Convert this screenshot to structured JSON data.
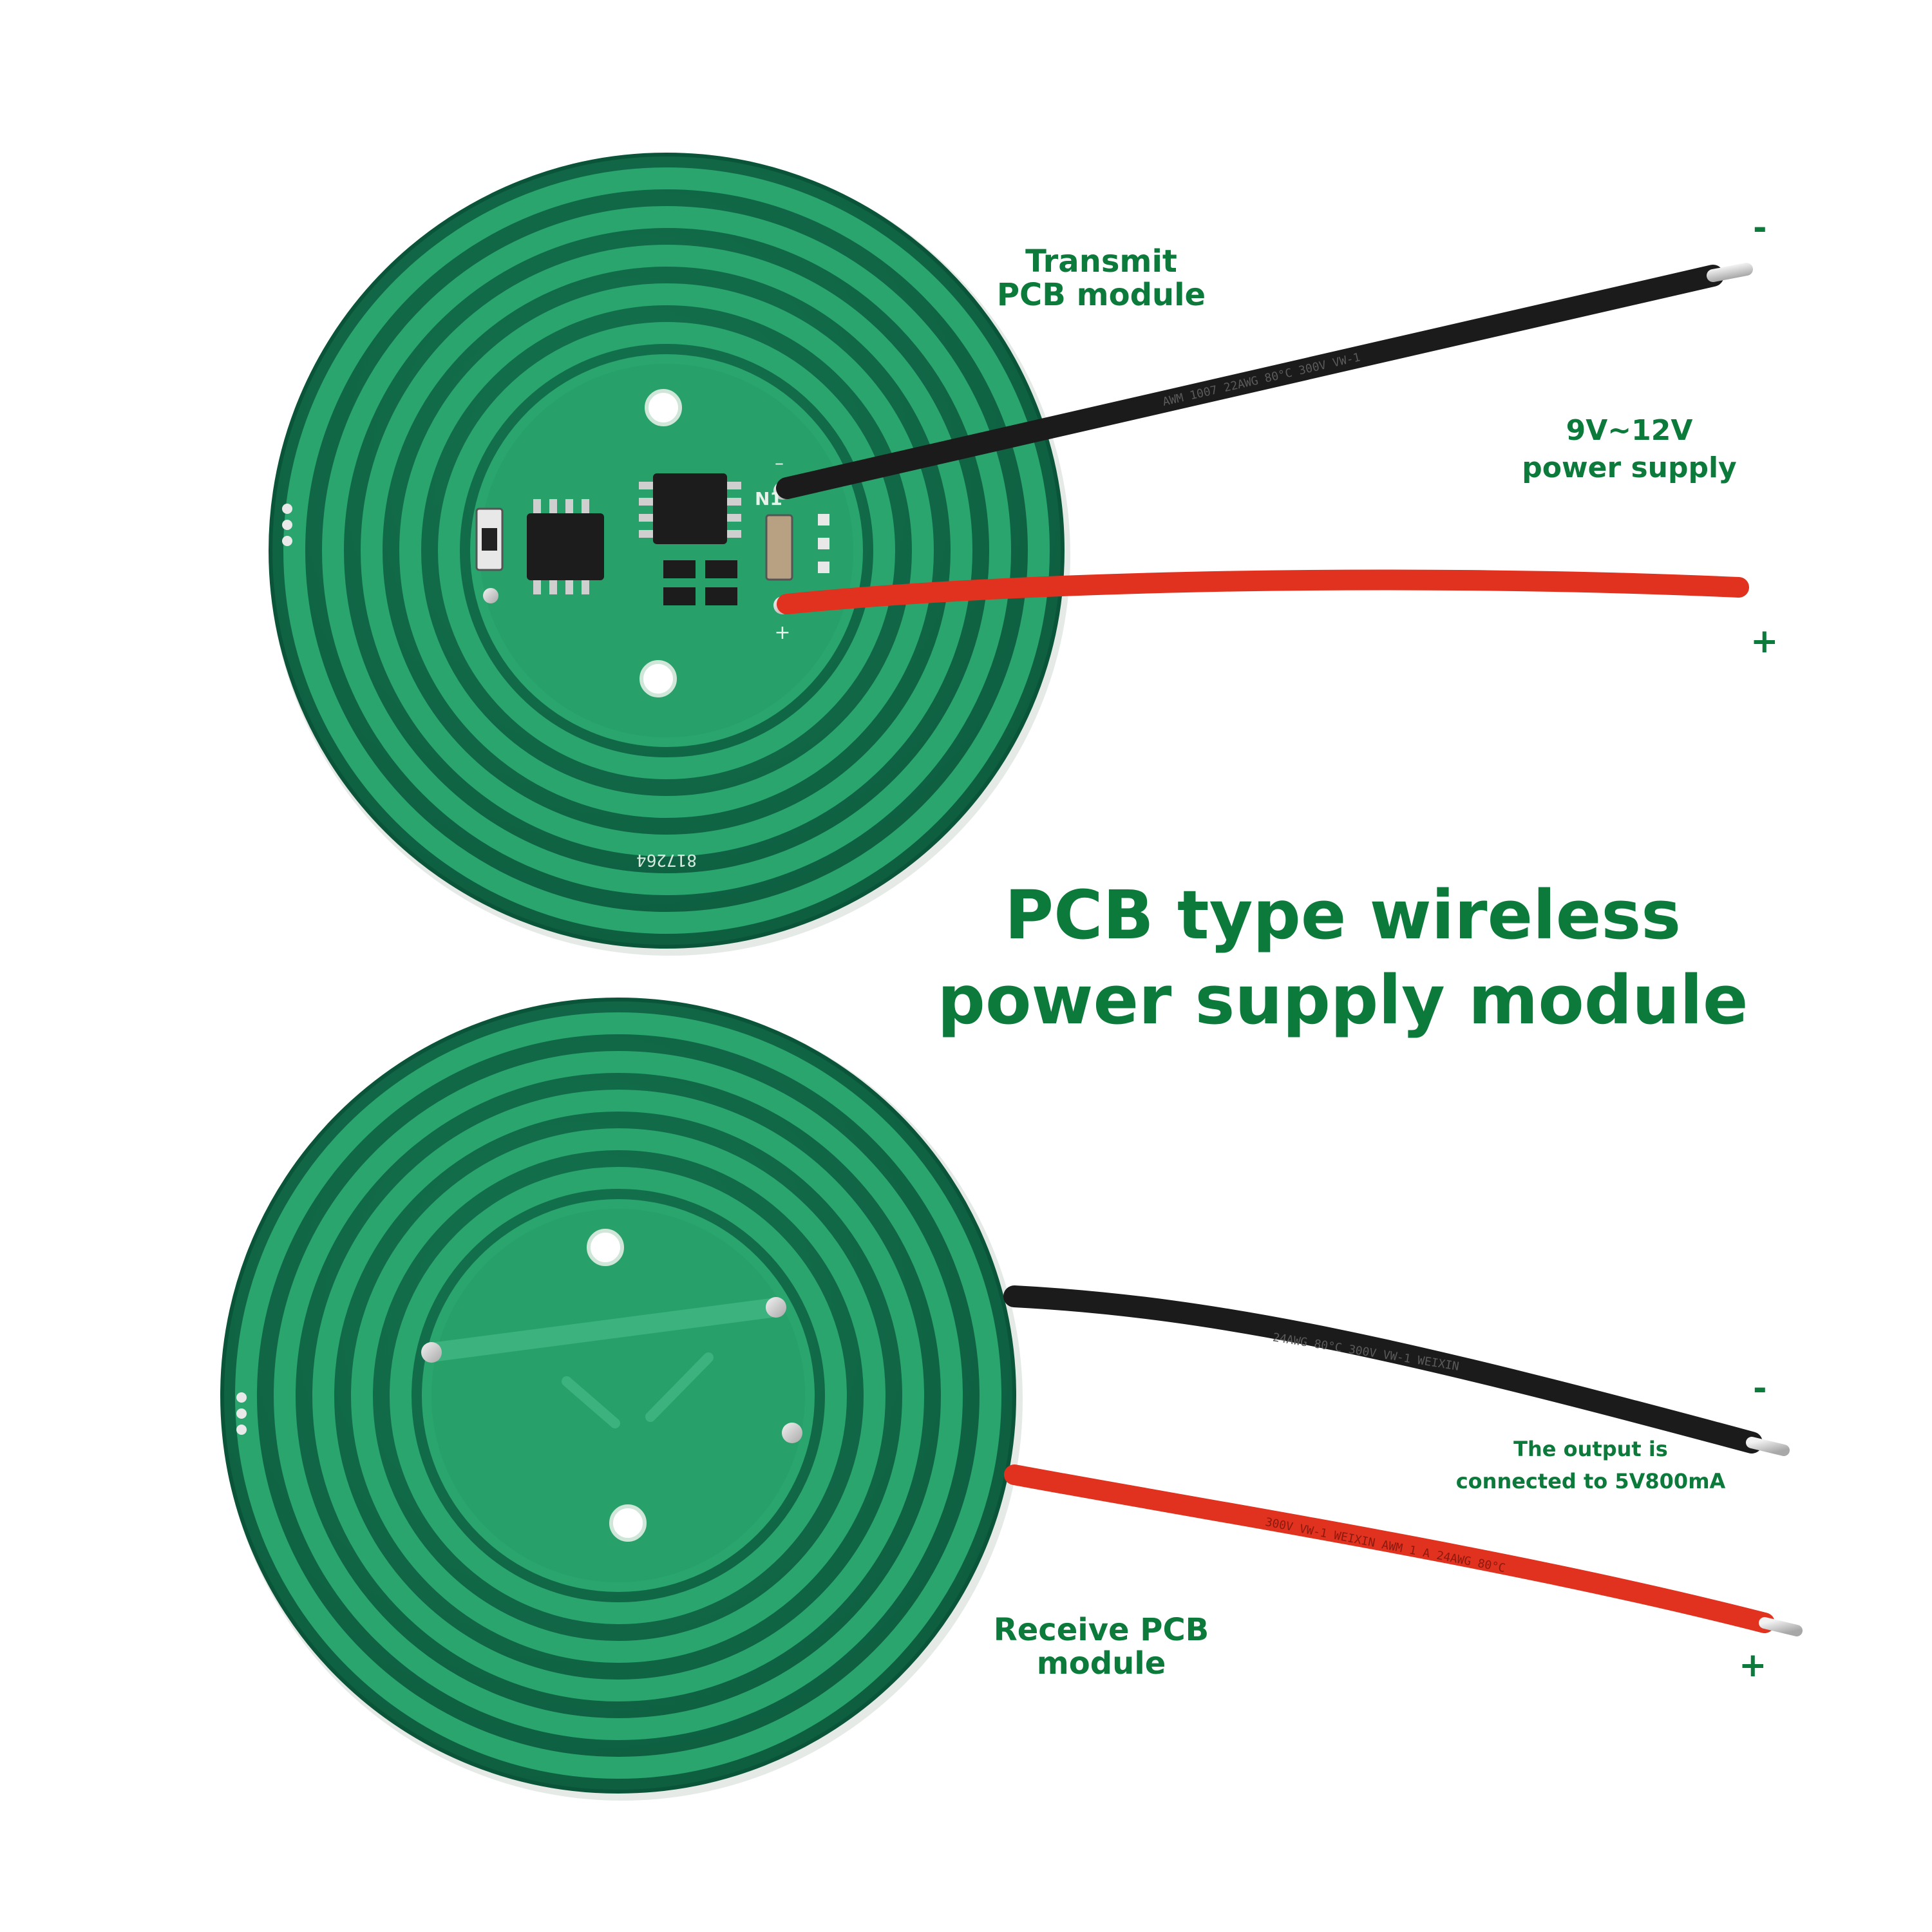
{
  "title": {
    "line1": "PCB type wireless",
    "line2": "power supply module"
  },
  "transmit_module": {
    "label_line1": "Transmit",
    "label_line2": "PCB module",
    "input_line1": "9V~12V",
    "input_line2": "power supply",
    "negative_sign": "-",
    "positive_sign": "+",
    "board_pad_minus": "–",
    "board_pad_plus": "+",
    "board_designator": "N1",
    "board_code": "817264",
    "wire_print": "AWM 1007 22AWG 80°C 300V VW-1"
  },
  "receive_module": {
    "label_line1": "Receive PCB",
    "label_line2": "module",
    "output_line1": "The output is",
    "output_line2": "connected to 5V800mA",
    "negative_sign": "-",
    "positive_sign": "+",
    "wire_print_black": "24AWG 80°C 300V VW-1 WEIXIN",
    "wire_print_red": "300V VW-1 WEIXIN AWM 1 A 24AWG 80°C"
  },
  "colors": {
    "label_green": "#0b7a3b",
    "pcb_dark": "#0f6a48",
    "pcb_trace": "#2aa56e",
    "wire_black": "#1b1b1b",
    "wire_red": "#e0321f"
  }
}
